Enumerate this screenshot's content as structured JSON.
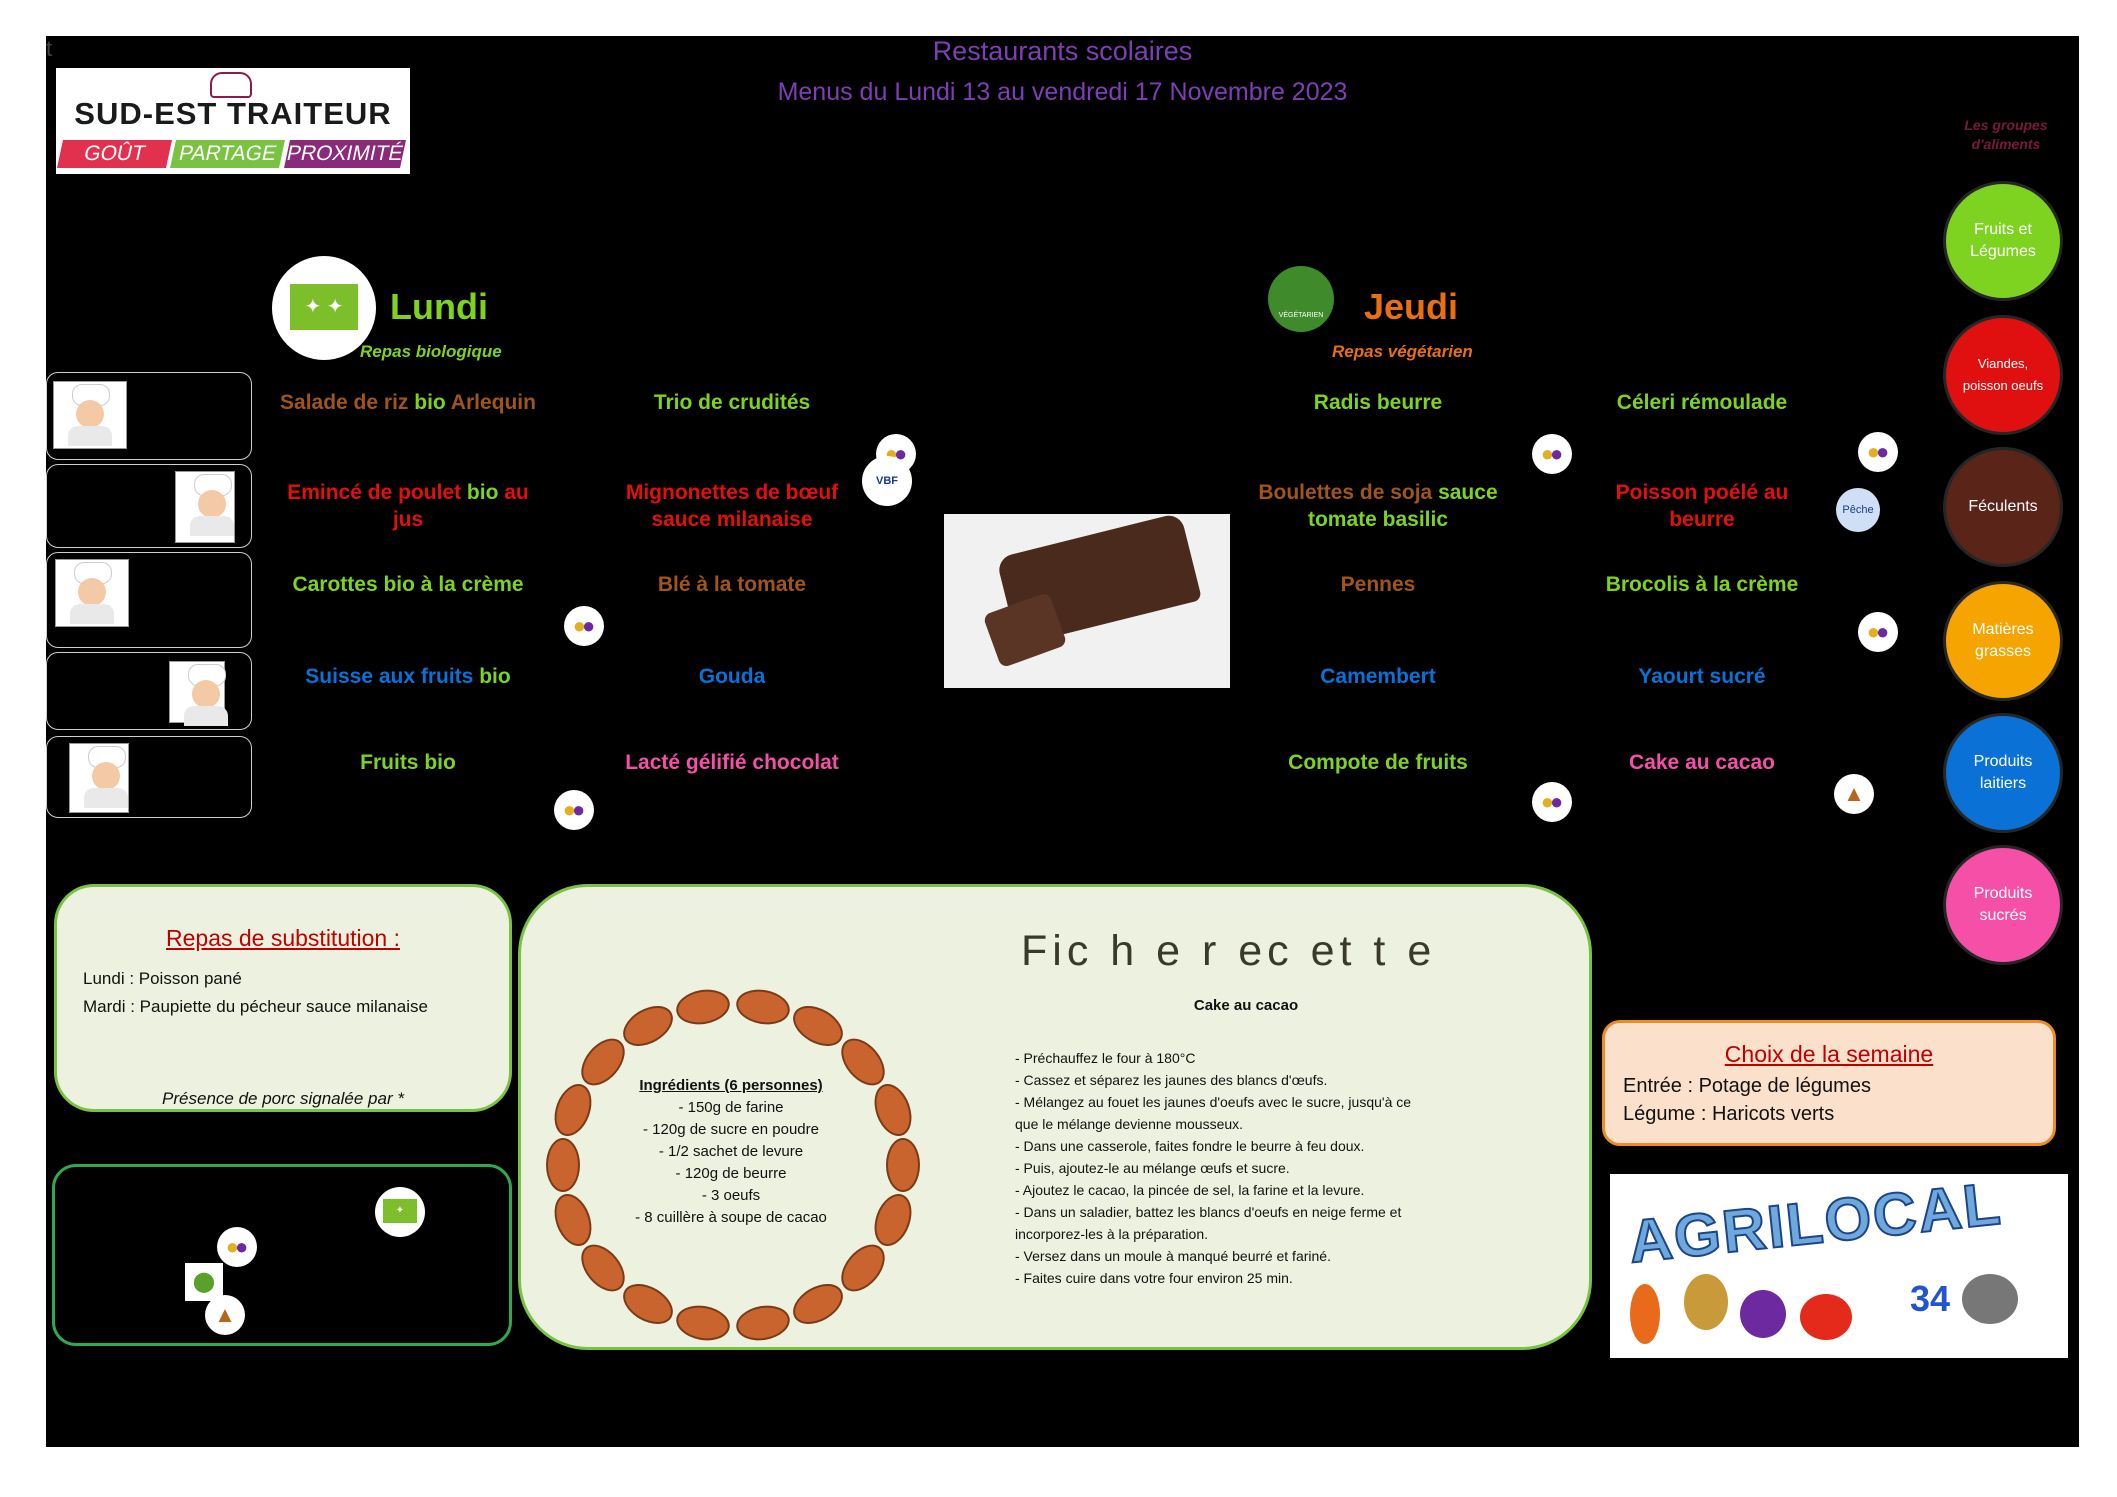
{
  "header": {
    "title": "Restaurants scolaires",
    "subtitle": "Menus du Lundi 13 au vendredi 17 Novembre 2023",
    "corner_mark": "t"
  },
  "logo": {
    "name": "SUD-EST TRAITEUR",
    "tags": [
      "GOÛT",
      "PARTAGE",
      "PROXIMITÉ"
    ],
    "tag_colors": [
      "#e2304f",
      "#7ac342",
      "#8b2a7a"
    ]
  },
  "food_groups": {
    "title": "Les groupes d'aliments",
    "items": [
      {
        "label": "Fruits et Légumes",
        "color": "#7ed321"
      },
      {
        "label": "Viandes, poisson oeufs",
        "color": "#e01010"
      },
      {
        "label": "Féculents",
        "color": "#5a2418"
      },
      {
        "label": "Matières grasses",
        "color": "#f5a400"
      },
      {
        "label": "Produits laitiers",
        "color": "#0a72d6"
      },
      {
        "label": "Produits sucrés",
        "color": "#f54fa8"
      }
    ]
  },
  "days": {
    "lundi": {
      "label": "Lundi",
      "meal_type": "Repas biologique",
      "label_color": "#7ed321",
      "badge": "bio-leaf-icon"
    },
    "jeudi": {
      "label": "Jeudi",
      "meal_type": "Repas végétarien",
      "label_color": "#e86f12",
      "badge": "vegetarien-icon",
      "badge_text": "VÉGÉTARIEN"
    }
  },
  "menu": {
    "lundi": [
      {
        "parts": [
          "Salade de riz ",
          "bio",
          " Arlequin"
        ],
        "colors": [
          "#a0551c",
          "#7ed321",
          "#a0551c"
        ]
      },
      {
        "parts": [
          "Emincé de poulet ",
          "bio",
          " au jus"
        ],
        "colors": [
          "#e01010",
          "#7ed321",
          "#e01010"
        ]
      },
      {
        "parts": [
          "Carottes bio à la crème"
        ],
        "colors": [
          "#7ed321"
        ]
      },
      {
        "parts": [
          "Suisse aux fruits ",
          "bio"
        ],
        "colors": [
          "#0a72d6",
          "#7ed321"
        ]
      },
      {
        "parts": [
          "Fruits bio"
        ],
        "colors": [
          "#7ed321"
        ]
      }
    ],
    "lundi_b": [
      {
        "text": "Trio de crudités",
        "color": "#7ed321"
      },
      {
        "text": "Mignonettes de bœuf sauce milanaise",
        "color": "#e01010"
      },
      {
        "text": "Blé à la tomate",
        "color": "#a0551c"
      },
      {
        "text": "Gouda",
        "color": "#0a72d6"
      },
      {
        "text": "Lacté gélifié chocolat",
        "color": "#f54fa8"
      }
    ],
    "jeudi": [
      {
        "parts": [
          "Radis beurre"
        ],
        "colors": [
          "#7ed321"
        ]
      },
      {
        "parts": [
          "Boulettes de soja ",
          "sauce tomate basilic"
        ],
        "colors": [
          "#a0551c",
          "#7ed321"
        ]
      },
      {
        "parts": [
          "Pennes"
        ],
        "colors": [
          "#a0551c"
        ]
      },
      {
        "parts": [
          "Camembert"
        ],
        "colors": [
          "#0a72d6"
        ]
      },
      {
        "parts": [
          "Compote de fruits"
        ],
        "colors": [
          "#7ed321"
        ]
      }
    ],
    "jeudi_b": [
      {
        "text": "Céleri rémoulade",
        "color": "#7ed321"
      },
      {
        "text": "Poisson poélé au beurre",
        "color": "#e01010"
      },
      {
        "text": "Brocolis à la crème",
        "color": "#7ed321"
      },
      {
        "text": "Yaourt sucré",
        "color": "#0a72d6"
      },
      {
        "text": "Cake au cacao",
        "color": "#f54fa8"
      }
    ]
  },
  "badges": {
    "french_beef": "VBF",
    "peche": "Pêche"
  },
  "substitution": {
    "title": "Repas de substitution :",
    "lines": [
      "Lundi : Poisson pané",
      "Mardi : Paupiette du pécheur sauce milanaise"
    ],
    "pork_note": "Présence de porc signalée par *"
  },
  "recipe": {
    "title": "Fic h e  r ec et t e",
    "name": "Cake au cacao",
    "ingredients_title": "Ingrédients (6 personnes)",
    "ingredients": [
      "- 150g de farine",
      "- 120g de sucre en poudre",
      "- 1/2 sachet de levure",
      "- 120g de beurre",
      "- 3 oeufs",
      "- 8 cuillère à soupe de cacao"
    ],
    "steps": [
      "- Préchauffez le four à 180°C",
      "- Cassez et séparez les jaunes des blancs d'œufs.",
      "- Mélangez au fouet les jaunes d'oeufs avec le sucre, jusqu'à      ce",
      "que le mélange devienne mousseux.",
      "- Dans une casserole, faites fondre le beurre à feu doux.",
      "- Puis, ajoutez-le au mélange œufs et sucre.",
      "- Ajoutez le cacao, la pincée de sel, la farine et la levure.",
      "- Dans un saladier, battez les blancs d'oeufs en neige ferme et",
      "incorporez-les à la préparation.",
      "- Versez dans un moule à manqué beurré et fariné.",
      "- Faites cuire dans votre four environ 25 min."
    ]
  },
  "choix": {
    "title": "Choix de la semaine",
    "lines": [
      "Entrée : Potage de légumes",
      "Légume : Haricots verts"
    ]
  },
  "agrilocal": {
    "text": "AGRILOCAL",
    "number": "34"
  }
}
